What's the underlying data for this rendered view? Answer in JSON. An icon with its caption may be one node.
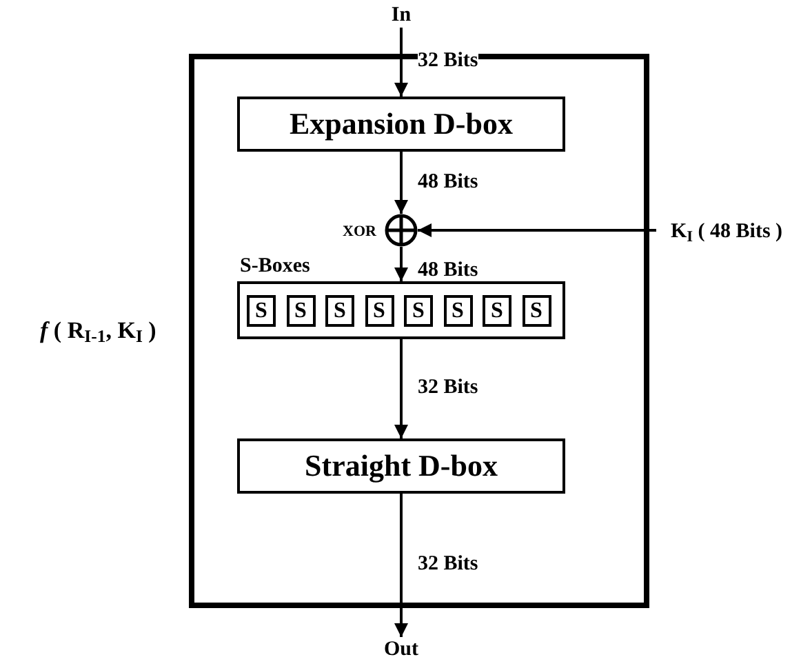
{
  "diagram": {
    "nodes": [
      {
        "text": [],
        "shape": "box",
        "beside": [
          "*f* ( R$_{I-1}$, K$_{I}$ )"
        ]
      },
      {
        "text": [
          "In"
        ]
      },
      {
        "text": [
          "Expansion D-box"
        ],
        "in": 0
      },
      {
        "text": [],
        "shape": "circle",
        "in": 0,
        "beside": [
          "XOR"
        ]
      },
      {
        "text": [
          "S-Boxes"
        ],
        "in": 0
      },
      {
        "text": [
          "S"
        ],
        "in": 4
      },
      {
        "text": [
          "S"
        ],
        "in": 4
      },
      {
        "text": [
          "S"
        ],
        "in": 4
      },
      {
        "text": [
          "S"
        ],
        "in": 4
      },
      {
        "text": [
          "S"
        ],
        "in": 4
      },
      {
        "text": [
          "S"
        ],
        "in": 4
      },
      {
        "text": [
          "S"
        ],
        "in": 4
      },
      {
        "text": [
          "S"
        ],
        "in": 4
      },
      {
        "text": [
          "Straight D-box"
        ],
        "in": 0
      },
      {
        "text": [
          "Out"
        ]
      },
      {
        "text": [
          "K$_{I}$ ( 48 Bits )"
        ]
      }
    ],
    "edges": [
      {
        "from": 1,
        "to": 2,
        "arrow": "to",
        "label": "32 Bits"
      },
      {
        "from": 2,
        "to": 3,
        "arrow": "to",
        "label": "48 Bits"
      },
      {
        "from": 15,
        "to": 3,
        "arrow": "to"
      },
      {
        "from": 3,
        "to": 4,
        "arrow": "to",
        "label": "48 Bits"
      },
      {
        "from": 4,
        "to": 13,
        "arrow": "to",
        "label": "32 Bits"
      },
      {
        "from": 13,
        "to": 14,
        "arrow": "to",
        "label": "32 Bits"
      }
    ]
  }
}
